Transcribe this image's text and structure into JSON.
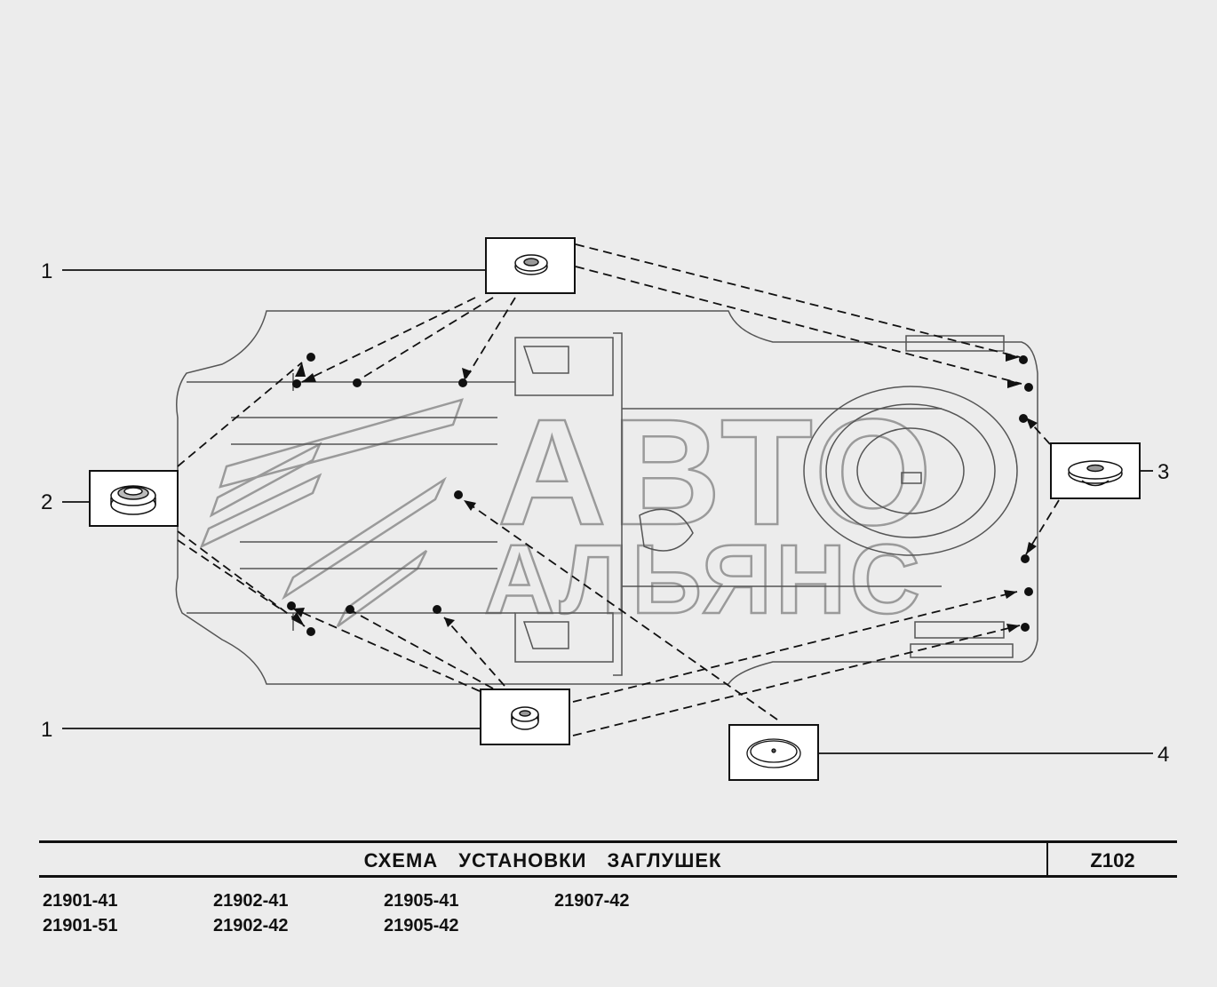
{
  "callouts": [
    {
      "id": "1a",
      "label": "1"
    },
    {
      "id": "2",
      "label": "2"
    },
    {
      "id": "1b",
      "label": "1"
    },
    {
      "id": "3",
      "label": "3"
    },
    {
      "id": "4",
      "label": "4"
    }
  ],
  "watermark": {
    "line1": "АВТО",
    "line2": "АЛЬЯНС"
  },
  "title_block": {
    "title": "СХЕМА УСТАНОВКИ ЗАГЛУШЕК",
    "code": "Z102"
  },
  "models": [
    [
      "21901-41",
      "21901-51"
    ],
    [
      "21902-41",
      "21902-42"
    ],
    [
      "21905-41",
      "21905-42"
    ],
    [
      "21907-42"
    ]
  ],
  "colors": {
    "line": "#111111",
    "background": "#ececec",
    "body_outline": "#555555",
    "watermark": "#bdbdbd"
  }
}
